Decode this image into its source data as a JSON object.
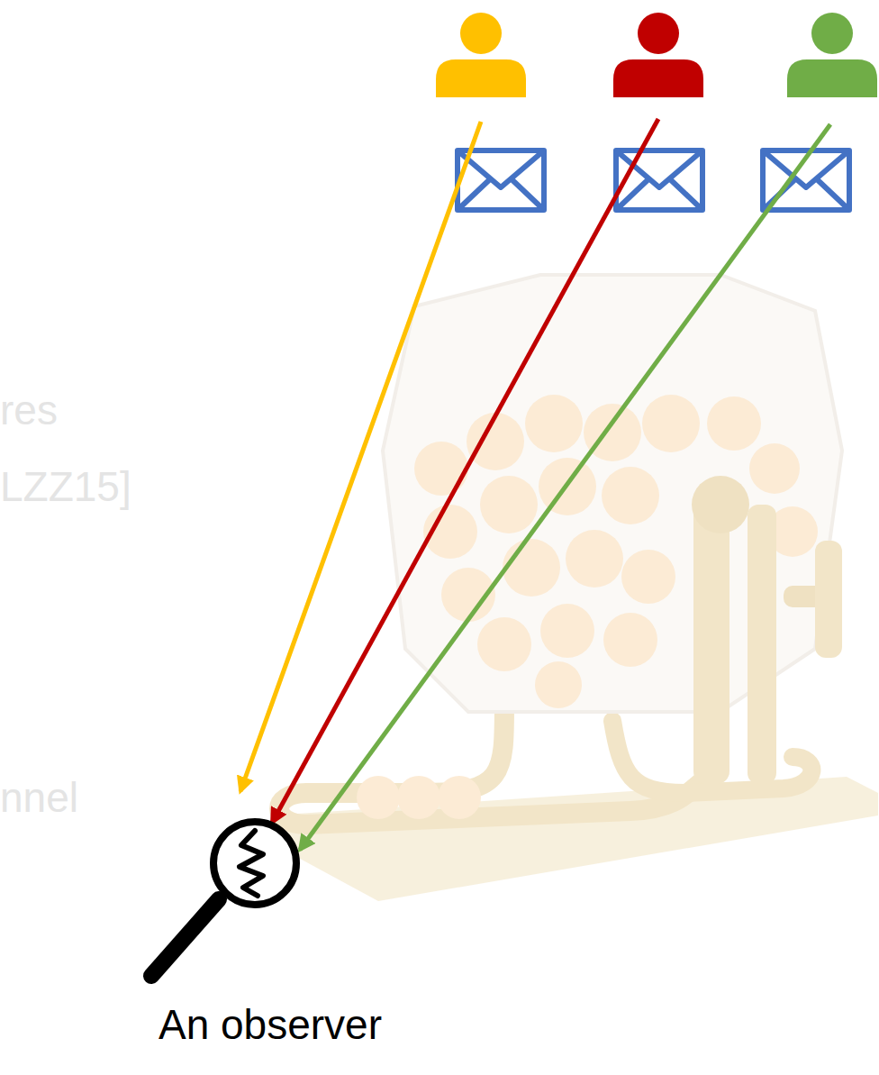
{
  "diagram": {
    "nodes": [
      {
        "text": [
          "An observer"
        ]
      }
    ],
    "labels": [
      "res",
      "LZZ15]",
      "nnel"
    ]
  }
}
